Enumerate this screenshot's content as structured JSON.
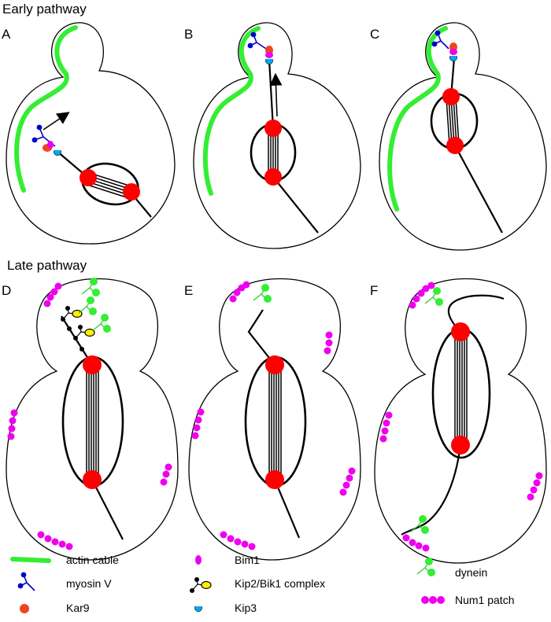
{
  "sections": {
    "early": "Early pathway",
    "late": "Late pathway"
  },
  "panels": [
    "A",
    "B",
    "C",
    "D",
    "E",
    "F"
  ],
  "legend": [
    {
      "key": "actin",
      "label": "actin cable"
    },
    {
      "key": "myosin",
      "label": "myosin V"
    },
    {
      "key": "kar9",
      "label": "Kar9"
    },
    {
      "key": "bim1",
      "label": "Bim1"
    },
    {
      "key": "kip2",
      "label": "Kip2/Bik1 complex"
    },
    {
      "key": "kip3",
      "label": "Kip3"
    },
    {
      "key": "dynein",
      "label": "dynein"
    },
    {
      "key": "num1",
      "label": "Num1 patch"
    }
  ],
  "colors": {
    "actin": "#33ee33",
    "myosin": "#0000cc",
    "spb": "#ff0000",
    "bim1": "#ee00ee",
    "kip2_head": "#ffee00",
    "kip3": "#00aaee",
    "dynein": "#33ee33"
  }
}
